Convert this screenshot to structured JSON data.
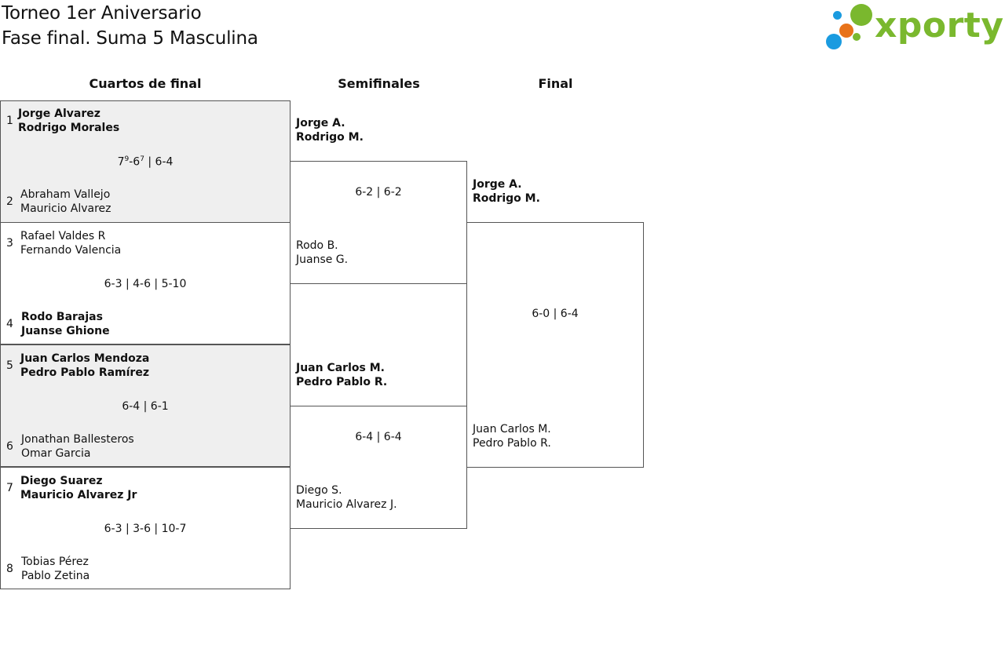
{
  "header": {
    "title_line1": "Torneo 1er Aniversario",
    "title_line2": "Fase final. Suma 5 Masculina"
  },
  "logo": {
    "text": "xporty",
    "colors": {
      "green": "#7ab82e",
      "blue": "#1a9be0",
      "orange": "#e8731a"
    }
  },
  "rounds": [
    "Cuartos de final",
    "Semifinales",
    "Final"
  ],
  "quarterfinals": [
    {
      "team_a": {
        "seed": "1",
        "p1": "Jorge Alvarez",
        "p2": "Rodrigo Morales",
        "winner": true
      },
      "team_b": {
        "seed": "2",
        "p1": "Abraham Vallejo",
        "p2": "Mauricio Alvarez",
        "winner": false
      },
      "score": {
        "s1": "7",
        "s1_sup": "9",
        "s1b": "-6",
        "s1b_sup": "7",
        "rest": " | 6-4"
      }
    },
    {
      "team_a": {
        "seed": "3",
        "p1": "Rafael Valdes R",
        "p2": "Fernando Valencia",
        "winner": false
      },
      "team_b": {
        "seed": "4",
        "p1": "Rodo Barajas",
        "p2": "Juanse Ghione",
        "winner": true
      },
      "score": {
        "text": "6-3 | 4-6 | 5-10"
      }
    },
    {
      "team_a": {
        "seed": "5",
        "p1": "Juan Carlos Mendoza",
        "p2": "Pedro Pablo Ramírez",
        "winner": true
      },
      "team_b": {
        "seed": "6",
        "p1": "Jonathan Ballesteros",
        "p2": "Omar Garcia",
        "winner": false
      },
      "score": {
        "text": "6-4 | 6-1"
      }
    },
    {
      "team_a": {
        "seed": "7",
        "p1": "Diego Suarez",
        "p2": "Mauricio Alvarez Jr",
        "winner": true
      },
      "team_b": {
        "seed": "8",
        "p1": "Tobias Pérez",
        "p2": "Pablo Zetina",
        "winner": false
      },
      "score": {
        "text": "6-3 | 3-6 | 10-7"
      }
    }
  ],
  "semifinals": [
    {
      "team_a": {
        "p1": "Jorge A.",
        "p2": "Rodrigo M.",
        "winner": true
      },
      "team_b": {
        "p1": "Rodo B.",
        "p2": "Juanse G.",
        "winner": false
      },
      "score": "6-2 | 6-2"
    },
    {
      "team_a": {
        "p1": "Juan Carlos M.",
        "p2": "Pedro Pablo R.",
        "winner": true
      },
      "team_b": {
        "p1": "Diego S.",
        "p2": "Mauricio Alvarez J.",
        "winner": false
      },
      "score": "6-4 | 6-4"
    }
  ],
  "final": {
    "team_a": {
      "p1": "Jorge A.",
      "p2": "Rodrigo M.",
      "winner": true
    },
    "team_b": {
      "p1": "Juan Carlos M.",
      "p2": "Pedro Pablo R.",
      "winner": false
    },
    "score": "6-0 | 6-4"
  }
}
